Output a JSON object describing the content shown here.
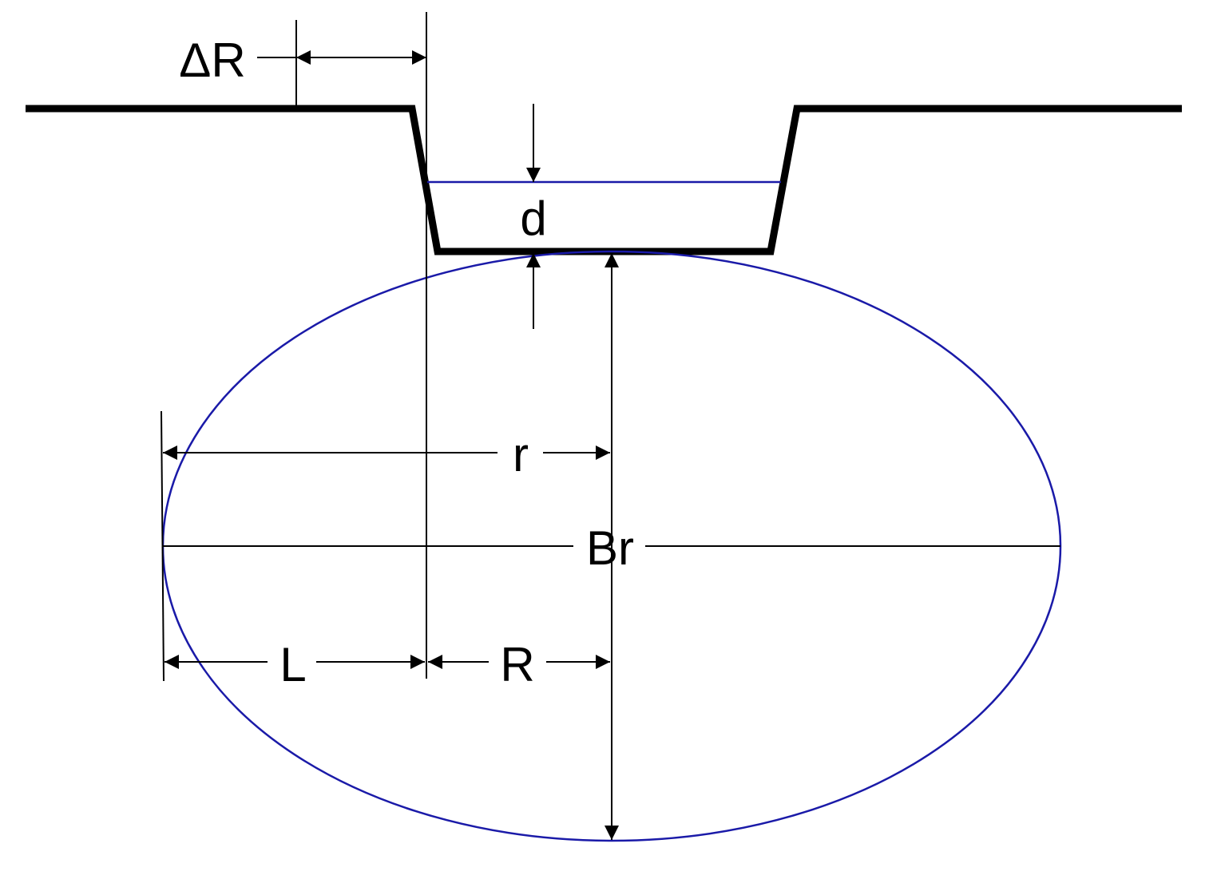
{
  "diagram": {
    "labels": {
      "delta_r": "ΔR",
      "depth": "d",
      "radius_r": "r",
      "major_axis": "Br",
      "length": "L",
      "radius_R": "R"
    },
    "colors": {
      "profile": "#000000",
      "ellipse": "#1a1aa8",
      "dimension": "#000000",
      "background": "#ffffff"
    }
  }
}
